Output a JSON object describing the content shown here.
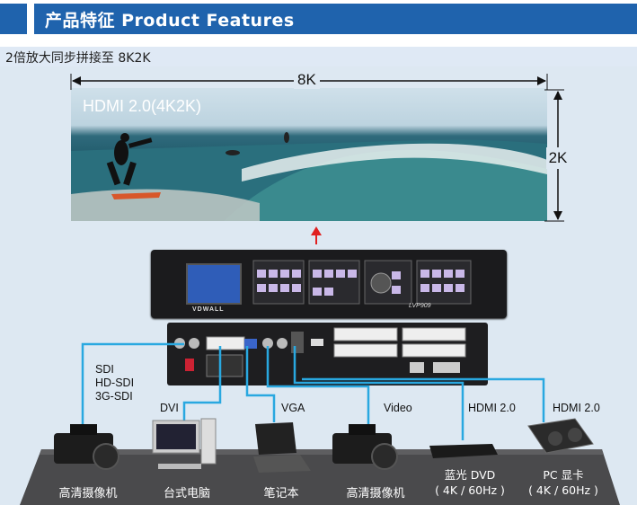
{
  "header": {
    "title": "产品特征  Product Features"
  },
  "subtitle": "2倍放大同步拼接至 8K2K",
  "panorama": {
    "label": "HDMI 2.0(4K2K)",
    "width_label": "8K",
    "height_label": "2K"
  },
  "processor": {
    "brand": "VDWALL",
    "model": "LVP909"
  },
  "signals": {
    "sdi": [
      "SDI",
      "HD-SDI",
      "3G-SDI"
    ],
    "dvi": "DVI",
    "vga": "VGA",
    "video": "Video",
    "hdmi_dvd": "HDMI 2.0",
    "hdmi_pc": "HDMI 2.0"
  },
  "devices": {
    "camera1": "高清摄像机",
    "desktop": "台式电脑",
    "laptop": "笔记本",
    "camera2": "高清摄像机",
    "dvd": [
      "蓝光 DVD",
      "( 4K / 60Hz )"
    ],
    "pc": [
      "PC 显卡",
      "( 4K / 60Hz )"
    ]
  },
  "colors": {
    "header": "#1f63ad",
    "cable": "#29a8e0",
    "arrow": "#e02020"
  }
}
